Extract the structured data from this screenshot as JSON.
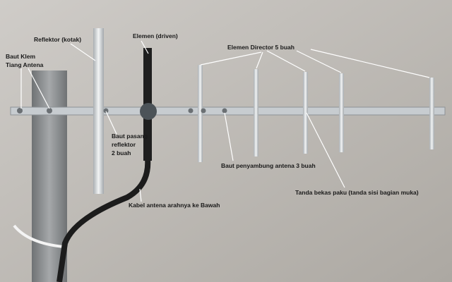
{
  "labels": {
    "reflector": "Reflektor (kotak)",
    "driven": "Elemen (driven)",
    "clamp_line1": "Baut Klem",
    "clamp_line2": "Tiang Antena",
    "directors": "Elemen Director 5 buah",
    "reflector_bolt_line1": "Baut pasang",
    "reflector_bolt_line2": "reflektor",
    "reflector_bolt_line3": "2 buah",
    "joint_bolts": "Baut penyambung antena 3 buah",
    "nail_mark": "Tanda bekas paku (tanda sisi bagian muka)",
    "cable": "Kabel antena arahnya ke Bawah"
  },
  "colors": {
    "wall": "#c4c1bc",
    "aluminium": "#d9dde0",
    "mast": "#8f9294",
    "cable": "#1c1c1c"
  }
}
